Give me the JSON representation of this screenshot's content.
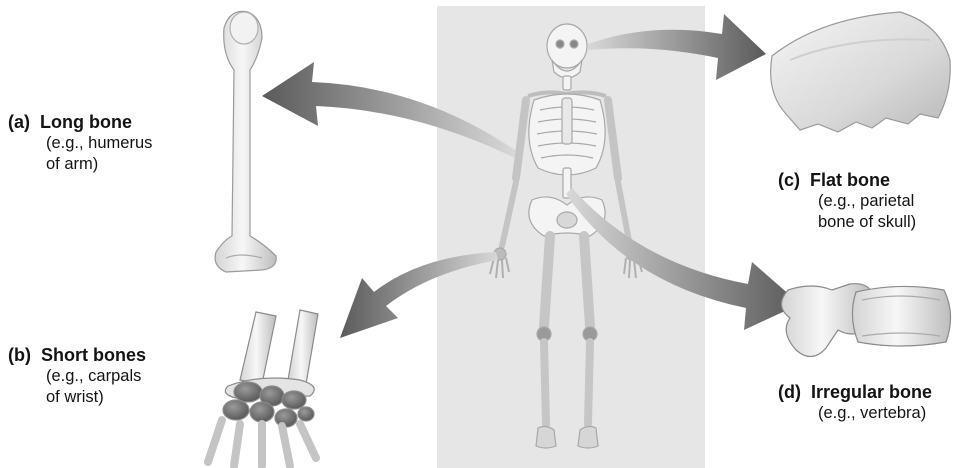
{
  "labels": {
    "long_bone": {
      "letter": "(a)",
      "name": "Long bone",
      "example_line1": "(e.g., humerus",
      "example_line2": "of arm)"
    },
    "short_bones": {
      "letter": "(b)",
      "name": "Short bones",
      "example_line1": "(e.g., carpals",
      "example_line2": "of wrist)"
    },
    "flat_bone": {
      "letter": "(c)",
      "name": "Flat bone",
      "example_line1": "(e.g., parietal",
      "example_line2": "bone of skull)"
    },
    "irregular_bone": {
      "letter": "(d)",
      "name": "Irregular bone",
      "example_line1": "(e.g., vertebra)"
    }
  },
  "colors": {
    "panel": "#e6e6e6",
    "bone_light": "#f2f2f2",
    "bone_shade": "#bdbdbd",
    "arrow": "#6a6a6a"
  }
}
